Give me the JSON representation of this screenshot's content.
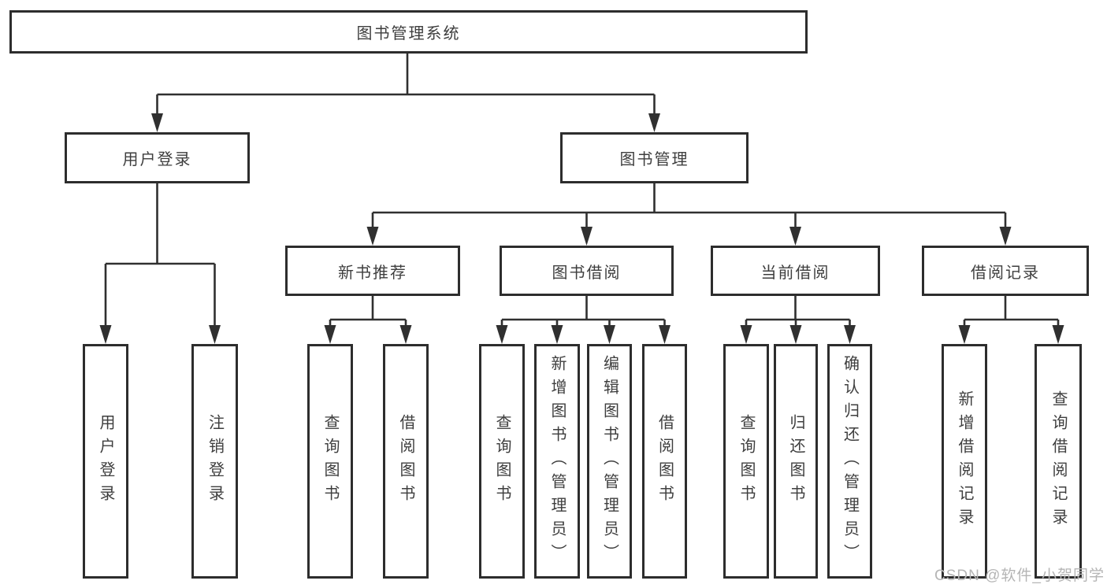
{
  "diagram": {
    "title": "图书管理系统",
    "nodes": {
      "root": "图书管理系统",
      "user_login": "用户登录",
      "book_mgmt": "图书管理",
      "new_books": "新书推荐",
      "book_borrow": "图书借阅",
      "current_borrow": "当前借阅",
      "borrow_records": "借阅记录",
      "leaves": {
        "user_login": [
          "用户登录",
          "注销登录"
        ],
        "new_books": [
          "查询图书",
          "借阅图书"
        ],
        "book_borrow": [
          "查询图书",
          "新增图书（管理员）",
          "编辑图书（管理员）",
          "借阅图书"
        ],
        "current_borrow": [
          "查询图书",
          "归还图书",
          "确认归还（管理员）"
        ],
        "borrow_records": [
          "新增借阅记录",
          "查询借阅记录"
        ]
      }
    },
    "colors": {
      "box_border": "#2d2d2d",
      "connector_line": "#303030",
      "text": "#3e3e3e",
      "watermark": "#b5b5b5",
      "background": "#ffffff"
    }
  },
  "watermark": "CSDN @软件_小贺同学"
}
